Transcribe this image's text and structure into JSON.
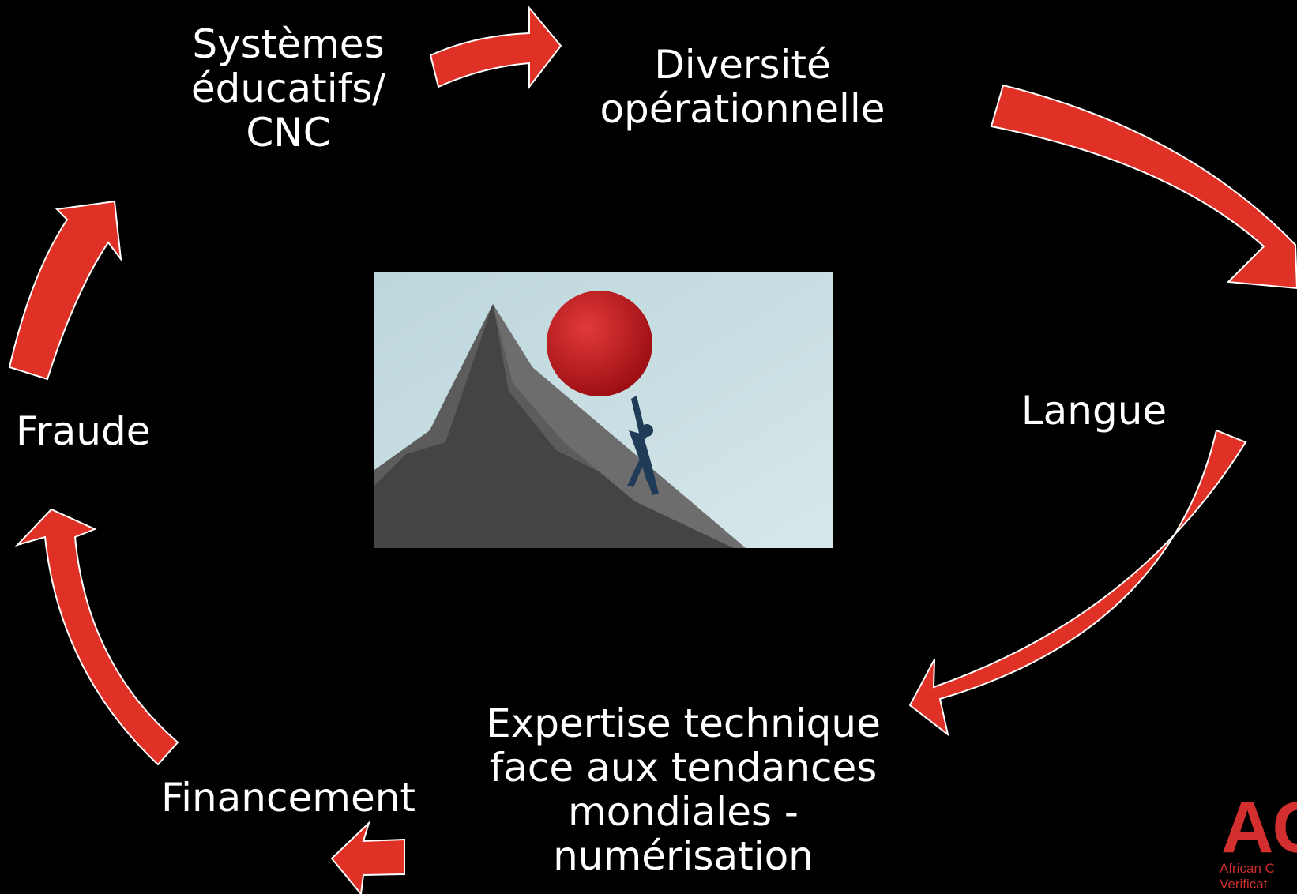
{
  "diagram": {
    "nodes": {
      "systemes": [
        "Systèmes",
        "éducatifs/",
        "CNC"
      ],
      "diversite": [
        "Diversité",
        "opérationnelle"
      ],
      "langue": [
        "Langue"
      ],
      "expertise": [
        "Expertise technique",
        "face aux tendances",
        "mondiales -",
        "numérisation"
      ],
      "financement": [
        "Financement"
      ],
      "fraude": [
        "Fraude"
      ]
    },
    "colors": {
      "background": "#000000",
      "arrow_fill": "#e03127",
      "arrow_stroke": "#ffffff",
      "text": "#ffffff"
    }
  },
  "illustration": {
    "sky_color": "#c7dde2",
    "ball_color": "#c8141a",
    "mountain_color": "#4a4a4a"
  },
  "logo": {
    "mark": "AC",
    "line1": "African C",
    "line2": "Verificat"
  }
}
